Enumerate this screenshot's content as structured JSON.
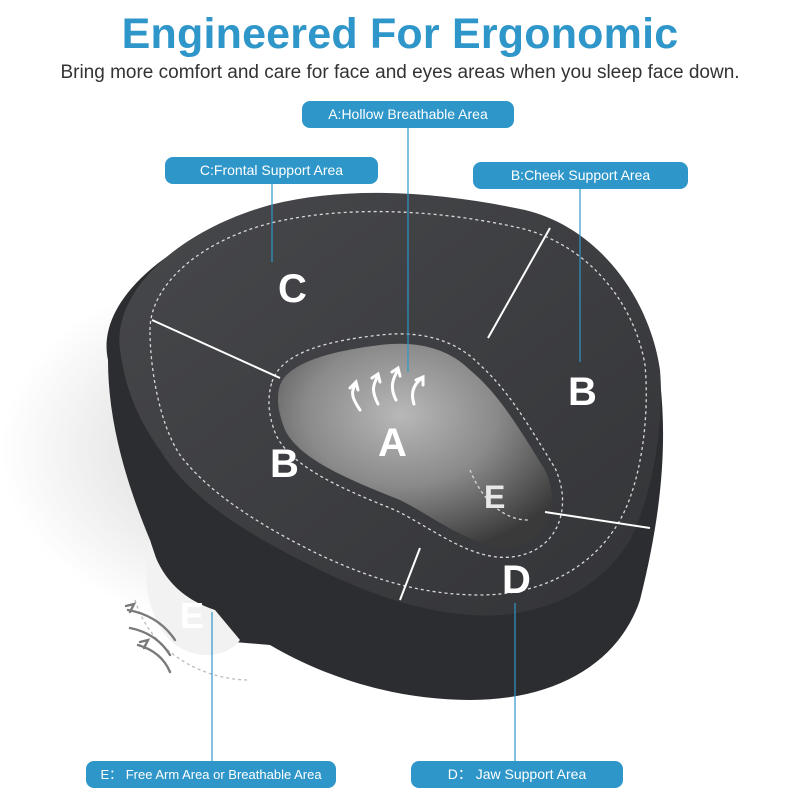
{
  "header": {
    "title": "Engineered For Ergonomic",
    "subtitle": "Bring more comfort and care for face and eyes areas when you sleep face down."
  },
  "callouts": {
    "a": "A:Hollow Breathable Area",
    "c": "C:Frontal Support Area",
    "b": "B:Cheek Support Area",
    "e": "E： Free Arm Area or Breathable Area",
    "d": "D： Jaw Support Area"
  },
  "zone_letters": {
    "a": "A",
    "b_left": "B",
    "b_right": "B",
    "c": "C",
    "d": "D",
    "e_inner": "E",
    "e_outer": "E"
  },
  "colors": {
    "accent": "#2e96c9",
    "pillow": "#3c3d40",
    "pillow_dark": "#27282a"
  }
}
